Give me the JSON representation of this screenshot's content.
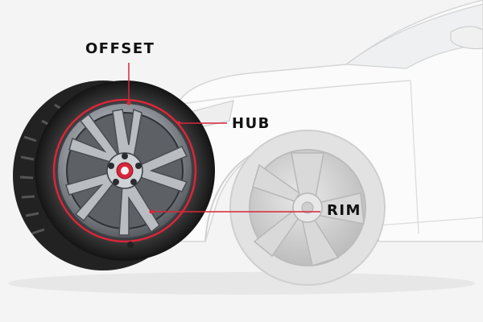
{
  "labels": {
    "offset": "OFFSET",
    "hub": "HUB",
    "rim": "RIM"
  },
  "colors": {
    "accent": "#d9263a",
    "background": "#f4f4f4",
    "car_line": "#d6d6d6",
    "tire": "#2b2b2b",
    "wheel_metal": "#9aa0a6",
    "ghost_wheel": "#c9c9c9"
  }
}
